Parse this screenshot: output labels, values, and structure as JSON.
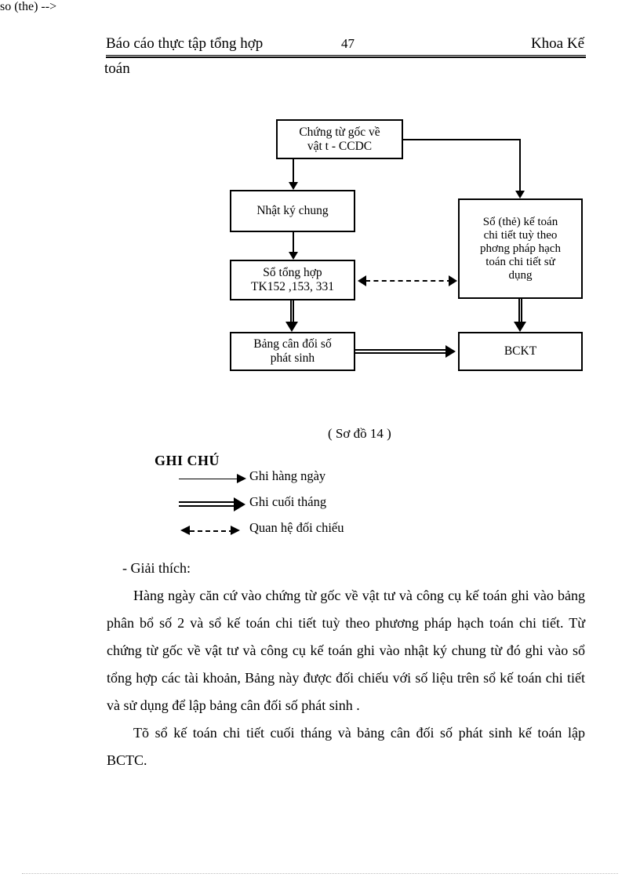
{
  "header": {
    "left": "Báo cáo thực tập tổng hợp",
    "page_number": "47",
    "right": "Khoa Kế",
    "continuation": "toán"
  },
  "diagram": {
    "nodes": [
      {
        "id": "chungtu",
        "label": "Chứng từ gốc về\nvật t  - CCDC"
      },
      {
        "id": "nhatky",
        "label": "Nhật ký chung"
      },
      {
        "id": "sotonghop",
        "label": "Sổ tổng hợp\nTK152 ,153, 331"
      },
      {
        "id": "bangcandoi",
        "label": "Bảng cân đối số\nphát sinh"
      },
      {
        "id": "sothe",
        "label": "Sổ (thẻ) kế toán\nchi tiết tuỳ theo\nphơng   pháp hạch\ntoán chi tiết sử\ndụng"
      },
      {
        "id": "bckt",
        "label": "BCKT"
      }
    ]
  },
  "caption": "( Sơ đồ 14 )",
  "legend": {
    "title": "GHI CHÚ",
    "items": [
      {
        "marker": "solid-arrow-icon",
        "label": "Ghi hàng ngày"
      },
      {
        "marker": "double-arrow-icon",
        "label": "Ghi cuối tháng"
      },
      {
        "marker": "dashed-double-headed-arrow-icon",
        "label": "Quan hệ đối chiếu"
      }
    ]
  },
  "body": {
    "lead": "- Giải thích:",
    "paragraph_1": "Hàng ngày căn cứ vào chứng từ gốc về vật tư và công cụ kế toán ghi vào bảng phân bổ số 2 và sổ kế toán chi tiết tuỳ theo phương pháp hạch toán chi tiết. Từ chứng từ gốc về vật tư và công cụ kế toán ghi vào nhật ký chung từ đó ghi vào sổ tổng hợp các tài khoản, Bảng này được đối chiếu với số liệu trên sổ kế toán chi tiết và sử dụng để lập bảng cân đối số phát sinh .",
    "paragraph_2": "Tõ sổ kế toán chi tiết cuối tháng và bảng cân đối số phát sinh kế toán lập BCTC."
  }
}
